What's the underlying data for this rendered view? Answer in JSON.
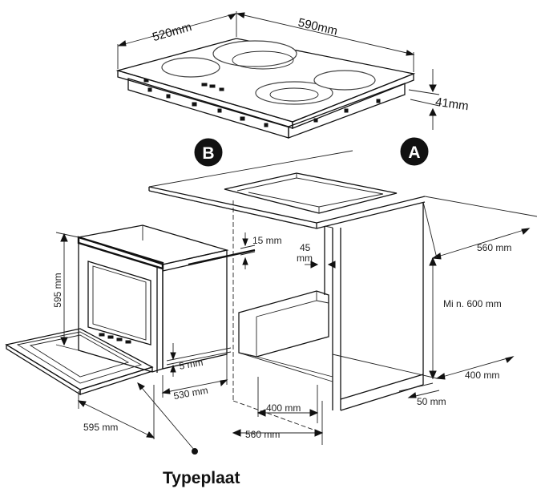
{
  "hob": {
    "depth_label": "520mm",
    "width_label": "590mm",
    "height_label": "41mm"
  },
  "markers": {
    "b_label": "B",
    "a_label": "A"
  },
  "cabinet": {
    "depth_label": "560 mm",
    "min_height_label": "Mi  n. 600 mm",
    "top_gap_label": "15 mm",
    "side_gap_label": "45\nmm",
    "inner_depth_label": "400 mm",
    "plinth_depth_label": "400 mm",
    "plinth_height_label": "50 mm",
    "width_label": "560 mm"
  },
  "oven": {
    "height_label": "595 mm",
    "width_label": "595 mm",
    "depth_label": "530 mm",
    "gap_label": "5 mm"
  },
  "typeplate_label": "Typeplaat",
  "colors": {
    "ink": "#111111",
    "background": "#ffffff"
  }
}
